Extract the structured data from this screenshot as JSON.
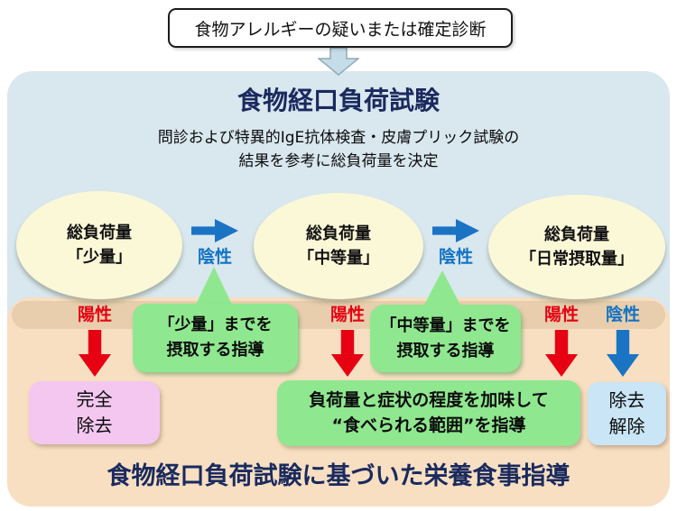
{
  "top": {
    "diagnosis_label": "食物アレルギーの疑いまたは確定診断"
  },
  "test_panel": {
    "title": "食物経口負荷試験",
    "subtitle_line1": "問診および特異的IgE抗体検査・皮膚プリック試験の",
    "subtitle_line2": "結果を参考に総負荷量を決定",
    "ellipses": [
      {
        "line1": "総負荷量",
        "line2": "「少量」"
      },
      {
        "line1": "総負荷量",
        "line2": "「中等量」"
      },
      {
        "line1": "総負荷量",
        "line2": "「日常摂取量」"
      }
    ],
    "negative_labels": [
      "陰性",
      "陰性"
    ]
  },
  "guidance_panel": {
    "positive_label": "陽性",
    "negative_label": "陰性",
    "bubbles": [
      {
        "line1": "「少量」までを",
        "line2": "摂取する指導"
      },
      {
        "line1": "「中等量」までを",
        "line2": "摂取する指導"
      }
    ],
    "outcomes": {
      "complete_elimination": {
        "line1": "完全",
        "line2": "除去"
      },
      "range_guidance": {
        "line1": "負荷量と症状の程度を加味して",
        "line2": "“食べられる範囲”を指導"
      },
      "lift_elimination": {
        "line1": "除去",
        "line2": "解除"
      }
    },
    "footer_title": "食物経口負荷試験に基づいた栄養食事指導"
  },
  "colors": {
    "navy_title": "#1a2a5e",
    "blue_panel": "#d9e7ef",
    "peach_panel": "#f8dfc1",
    "peach_band": "#e8ceac",
    "ellipse_cream": "#fbf8d8",
    "bubble_green": "#8fe88f",
    "pink_box": "#f4c7f0",
    "lightblue_box": "#c9e5f6",
    "positive_red": "#e60012",
    "negative_blue": "#1273c4",
    "arrow_blue": "#1b73c4"
  }
}
